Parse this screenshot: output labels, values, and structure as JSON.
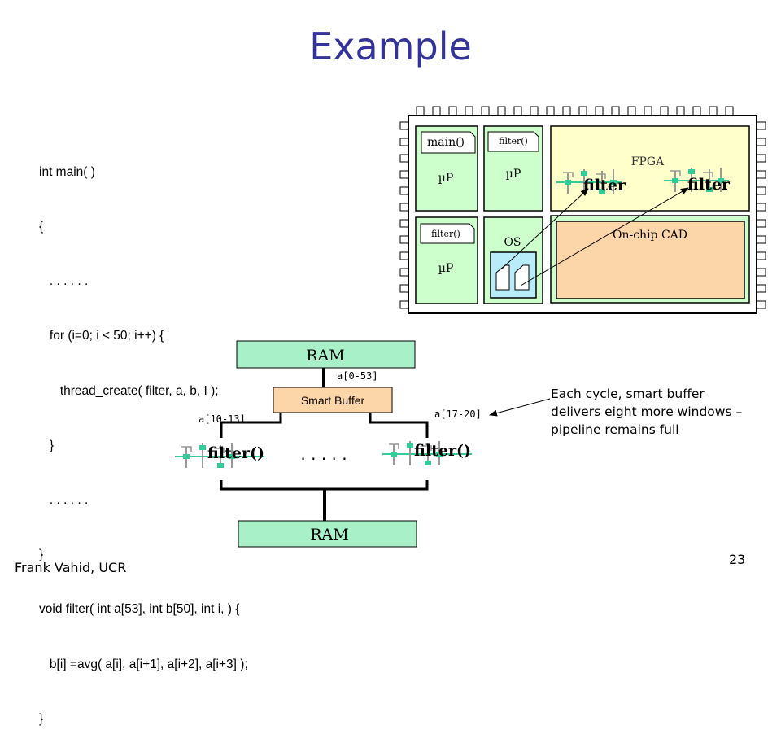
{
  "slide": {
    "title": "Example",
    "code_lines": [
      "int main( )",
      "{",
      "   . . . . . .",
      "   for (i=0; i < 50; i++) {",
      "      thread_create( filter, a, b, I );",
      "   }",
      "   . . . . . .",
      "}",
      "void filter( int a[53], int b[50], int i, ) {",
      "   b[i] =avg( a[i], a[i+1], a[i+2], a[i+3] );",
      "}"
    ],
    "chip": {
      "cpu1_func": "main()",
      "cpu1_label": "µP",
      "cpu2_func": "filter()",
      "cpu2_label": "µP",
      "cpu3_func": "filter()",
      "cpu3_label": "µP",
      "os_label": "OS",
      "fpga_label": "FPGA",
      "filter1_label": "filter",
      "filter2_label": "filter",
      "cad_label": "On-chip CAD"
    },
    "pipeline": {
      "ram_top": "RAM",
      "ram_bottom": "RAM",
      "smart_buffer": "Smart Buffer",
      "range_all": "a[0-53]",
      "range_left": "a[10-13]",
      "range_right": "a[17-20]",
      "filter_left": "filter()",
      "filter_right": "filter()",
      "ellipsis": ". . . . ."
    },
    "note": "Each cycle, smart buffer delivers eight more windows – pipeline remains full",
    "footer": "Frank Vahid, UCR",
    "page_number": "23"
  },
  "colors": {
    "title": "#333399",
    "ram": "#a8f0c8",
    "smart_buffer": "#fcd5a8",
    "cpu_panel": "#ccffcc",
    "fpga_panel": "#ffffcc",
    "cad_panel": "#fcd5a8",
    "os_box": "#b8ecf8",
    "filter_wire": "#33cc99"
  }
}
